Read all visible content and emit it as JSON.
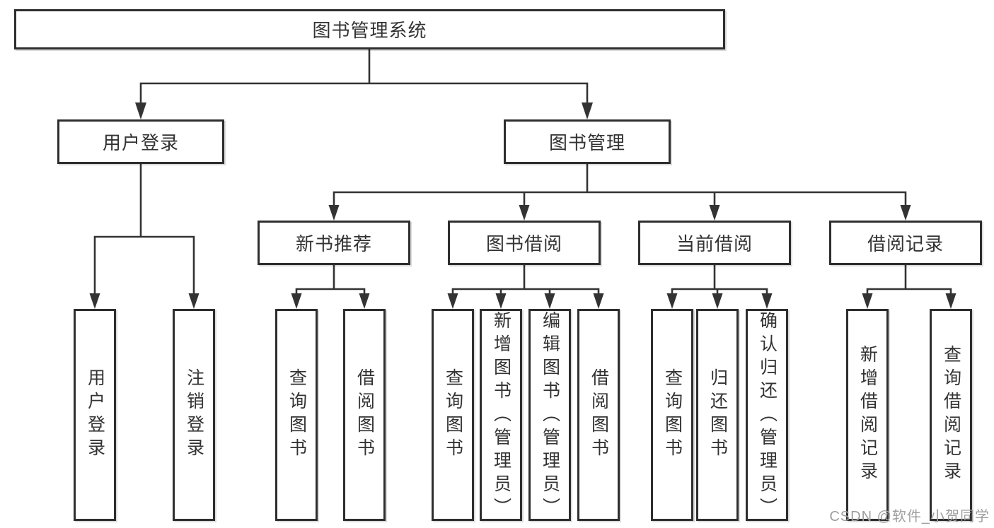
{
  "diagram": {
    "root": {
      "label": "图书管理系统"
    },
    "branches": [
      {
        "label": "用户登录",
        "leaves": [
          "用户登录",
          "注销登录"
        ]
      },
      {
        "label": "图书管理",
        "groups": [
          {
            "label": "新书推荐",
            "leaves": [
              "查询图书",
              "借阅图书"
            ]
          },
          {
            "label": "图书借阅",
            "leaves": [
              "查询图书",
              "新增图书（管理员）",
              "编辑图书（管理员）",
              "借阅图书"
            ]
          },
          {
            "label": "当前借阅",
            "leaves": [
              "查询图书",
              "归还图书",
              "确认归还（管理员）"
            ]
          },
          {
            "label": "借阅记录",
            "leaves": [
              "新增借阅记录",
              "查询借阅记录"
            ]
          }
        ]
      }
    ]
  },
  "watermark": {
    "text": "CSDN @软件_小贺同学"
  },
  "colors": {
    "line": "#333333",
    "box_border": "#2e2e2e",
    "text": "#333333",
    "watermark": "#9e9e9e",
    "background": "#ffffff"
  }
}
